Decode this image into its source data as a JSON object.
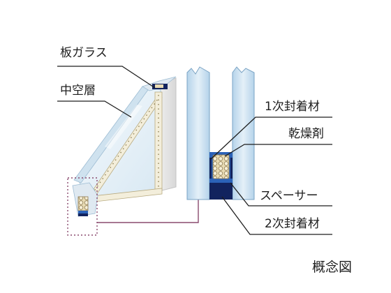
{
  "labels": {
    "plate_glass": "板ガラス",
    "hollow_layer": "中空層",
    "primary_sealant": "1次封着材",
    "desiccant": "乾燥剤",
    "spacer": "スペーサー",
    "secondary_sealant": "2次封着材"
  },
  "caption": "概念図",
  "colors": {
    "glass_edge": "#c9dfee",
    "glass_face": "#e4f0f8",
    "frame_face": "#f3eedb",
    "frame_side": "#e6e6e6",
    "spacer_blue": "#2b62b8",
    "sealant_navy": "#12235e",
    "desiccant_beige": "#e9dcb4",
    "leader_line": "#1e1e1e",
    "detail_box": "#8a4a6e"
  }
}
